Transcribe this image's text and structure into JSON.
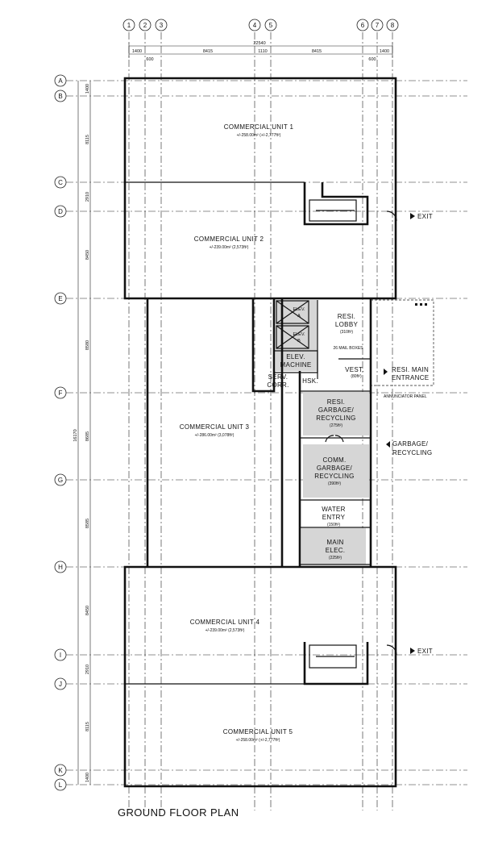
{
  "title": "GROUND FLOOR PLAN",
  "grid_columns": [
    "1",
    "2",
    "3",
    "4",
    "5",
    "6",
    "7",
    "8"
  ],
  "grid_rows": [
    "A",
    "B",
    "C",
    "D",
    "E",
    "F",
    "G",
    "H",
    "I",
    "J",
    "K",
    "L"
  ],
  "dimensions_top": {
    "overall": "22540",
    "segments": [
      "1400",
      "8415",
      "1110",
      "8415",
      "1400"
    ],
    "small": [
      "600",
      "600"
    ]
  },
  "dimensions_left": {
    "overall": "16170",
    "segments": [
      "1400",
      "8115",
      "2910",
      "8450",
      "8580",
      "8685",
      "8585",
      "8450",
      "2910",
      "8115",
      "1400"
    ]
  },
  "rooms": {
    "unit1": {
      "name": "COMMERCIAL UNIT 1",
      "area": "+/-258.00m² (+/-2,777ft²)"
    },
    "unit2": {
      "name": "COMMERCIAL UNIT 2",
      "area": "+/-239.00m² (2,573ft²)"
    },
    "unit3": {
      "name": "COMMERCIAL UNIT 3",
      "area": "+/-286.00m² (3,078ft²)"
    },
    "unit4": {
      "name": "COMMERCIAL UNIT 4",
      "area": "+/-239.00m² (2,573ft²)"
    },
    "unit5": {
      "name": "COMMERCIAL UNIT 5",
      "area": "+/-258.00m² (+/-2,777ft²)"
    },
    "resi_lobby": {
      "line1": "RESI.",
      "line2": "LOBBY",
      "area": "(310ft²)"
    },
    "elev_a": {
      "line1": "ELEV.",
      "line2": "A"
    },
    "elev_b": {
      "line1": "ELEV.",
      "line2": "B"
    },
    "elev_machine": {
      "line1": "ELEV.",
      "line2": "MACHINE"
    },
    "serv_corr": {
      "line1": "SERV.",
      "line2": "CORR."
    },
    "hsk": "HSK.",
    "vest": {
      "name": "VEST.",
      "area": "(80ft²)"
    },
    "resi_garbage": {
      "line1": "RESI.",
      "line2": "GARBAGE/",
      "line3": "RECYCLING",
      "area": "(275ft²)"
    },
    "comm_garbage": {
      "line1": "COMM.",
      "line2": "GARBAGE/",
      "line3": "RECYCLING",
      "area": "(390ft²)"
    },
    "water_entry": {
      "line1": "WATER",
      "line2": "ENTRY",
      "area": "(150ft²)"
    },
    "main_elec": {
      "line1": "MAIN",
      "line2": "ELEC.",
      "area": "(225ft²)"
    }
  },
  "annotations": {
    "exit_1": "EXIT",
    "exit_2": "EXIT",
    "mail_boxes": "26 MAIL BOXES",
    "resi_main_entrance_1": "RESI. MAIN",
    "resi_main_entrance_2": "ENTRANCE",
    "annunciator": "ANNUNCIATOR PANEL",
    "garbage_entry_1": "GARBAGE/",
    "garbage_entry_2": "RECYCLING"
  }
}
